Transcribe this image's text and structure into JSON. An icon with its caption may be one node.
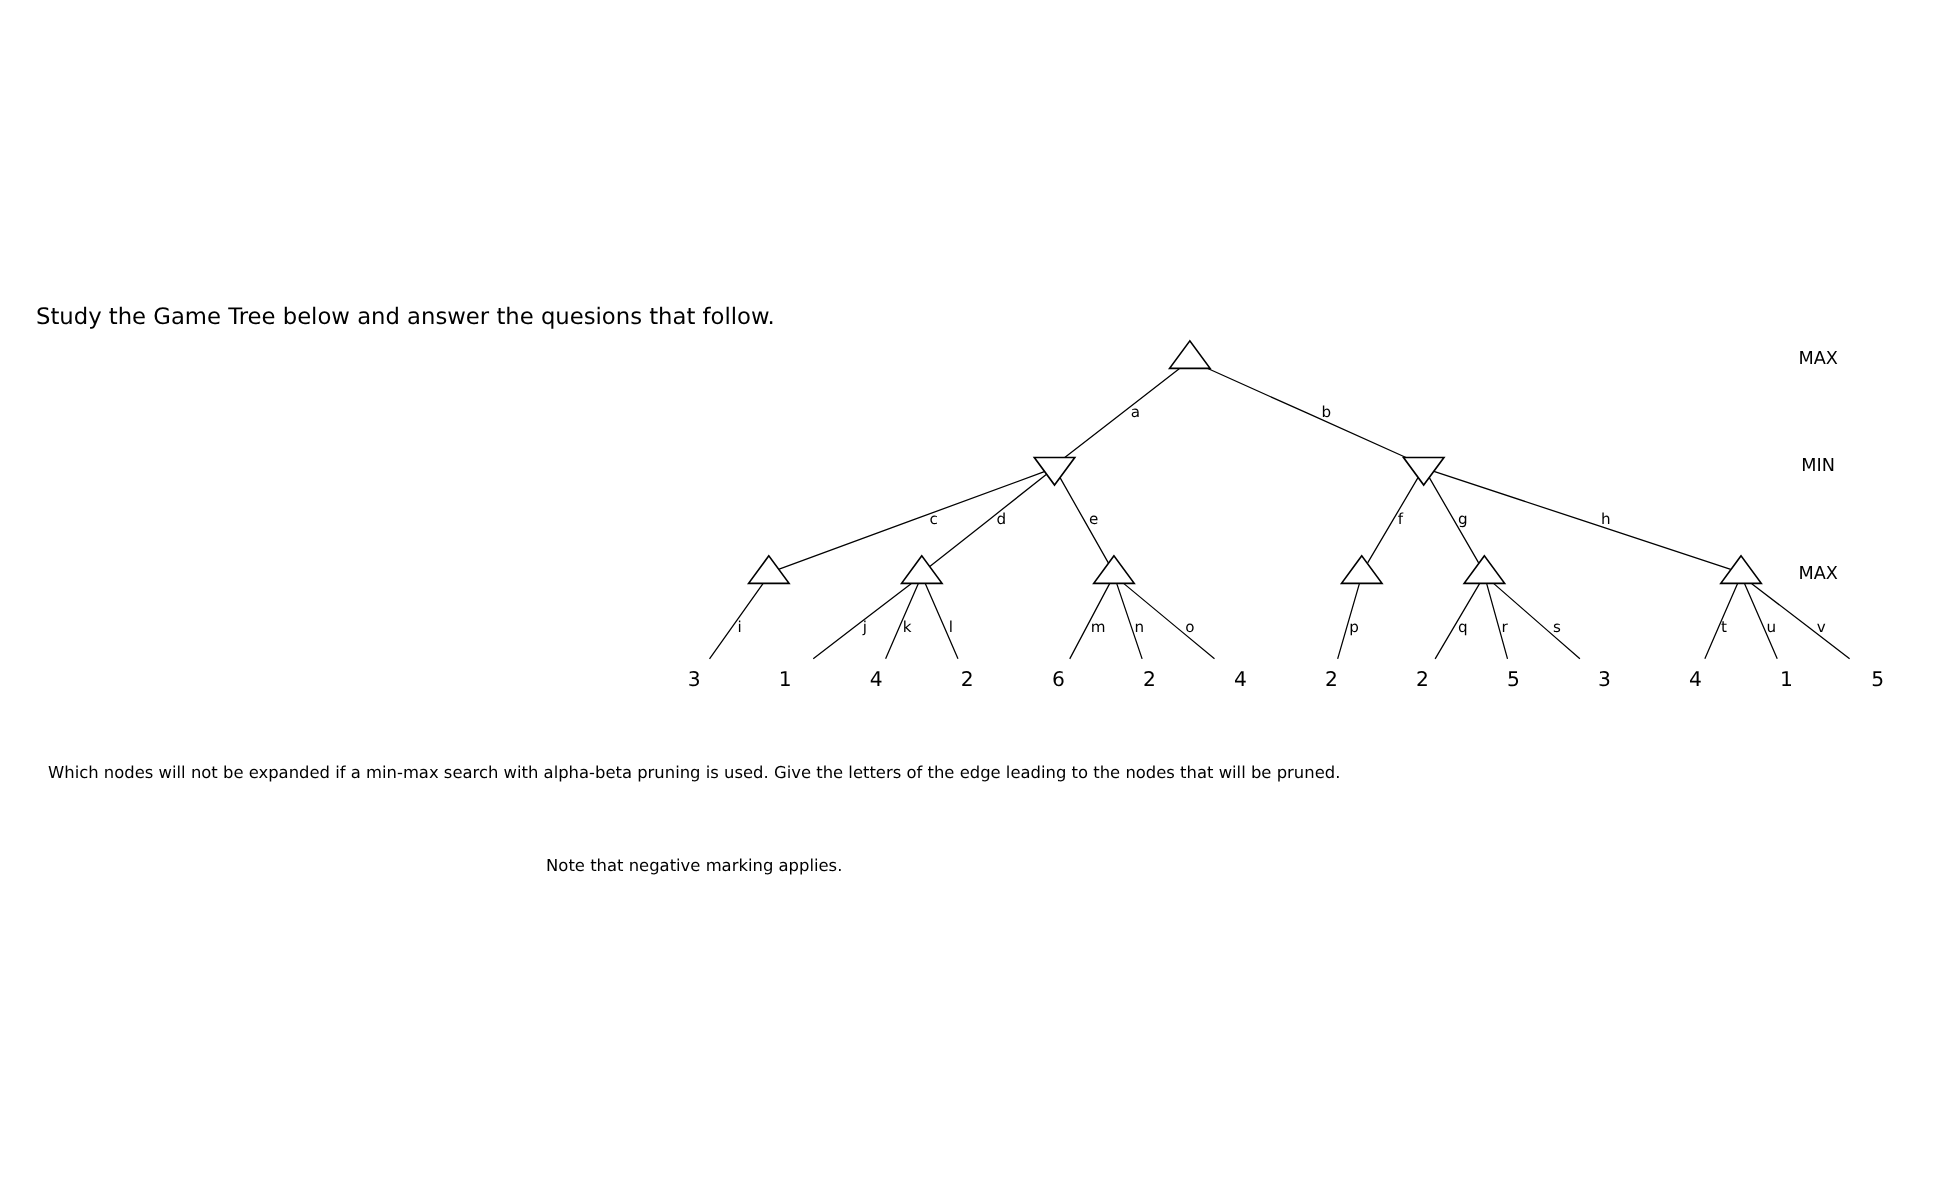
{
  "diagram": {
    "title": "Study the Game Tree below and answer the quesions that follow.",
    "nodes": [
      {
        "text": [],
        "shape": "triangle"
      },
      {
        "text": [],
        "shape": "invtriangle"
      },
      {
        "text": [],
        "shape": "invtriangle"
      },
      {
        "text": [],
        "shape": "triangle"
      },
      {
        "text": [],
        "shape": "triangle"
      },
      {
        "text": [],
        "shape": "triangle"
      },
      {
        "text": [],
        "shape": "triangle"
      },
      {
        "text": [],
        "shape": "triangle"
      },
      {
        "text": [],
        "shape": "triangle"
      },
      {
        "text": [
          "3"
        ]
      },
      {
        "text": [
          "1"
        ]
      },
      {
        "text": [
          "4"
        ]
      },
      {
        "text": [
          "2"
        ]
      },
      {
        "text": [
          "6"
        ]
      },
      {
        "text": [
          "2"
        ]
      },
      {
        "text": [
          "4"
        ]
      },
      {
        "text": [
          "2"
        ]
      },
      {
        "text": [
          "2"
        ]
      },
      {
        "text": [
          "5"
        ]
      },
      {
        "text": [
          "3"
        ]
      },
      {
        "text": [
          "4"
        ]
      },
      {
        "text": [
          "1"
        ]
      },
      {
        "text": [
          "5"
        ]
      }
    ],
    "edges": [
      {
        "from": 0,
        "to": 1,
        "arrow": "none",
        "label": "a"
      },
      {
        "from": 0,
        "to": 2,
        "arrow": "none",
        "label": "b"
      },
      {
        "from": 1,
        "to": 3,
        "arrow": "none",
        "label": "c"
      },
      {
        "from": 1,
        "to": 4,
        "arrow": "none",
        "label": "d"
      },
      {
        "from": 1,
        "to": 5,
        "arrow": "none",
        "label": "e"
      },
      {
        "from": 2,
        "to": 6,
        "arrow": "none",
        "label": "f"
      },
      {
        "from": 2,
        "to": 7,
        "arrow": "none",
        "label": "g"
      },
      {
        "from": 2,
        "to": 8,
        "arrow": "none",
        "label": "h"
      },
      {
        "from": 3,
        "to": 9,
        "arrow": "none",
        "label": "i"
      },
      {
        "from": 4,
        "to": 10,
        "arrow": "none",
        "label": "j"
      },
      {
        "from": 4,
        "to": 11,
        "arrow": "none",
        "label": "k"
      },
      {
        "from": 4,
        "to": 12,
        "arrow": "none",
        "label": "l"
      },
      {
        "from": 5,
        "to": 13,
        "arrow": "none",
        "label": "m"
      },
      {
        "from": 5,
        "to": 14,
        "arrow": "none",
        "label": "n"
      },
      {
        "from": 5,
        "to": 15,
        "arrow": "none",
        "label": "o"
      },
      {
        "from": 6,
        "to": 16,
        "arrow": "none",
        "label": "p"
      },
      {
        "from": 7,
        "to": 17,
        "arrow": "none",
        "label": "q"
      },
      {
        "from": 7,
        "to": 18,
        "arrow": "none",
        "label": "r"
      },
      {
        "from": 7,
        "to": 19,
        "arrow": "none",
        "label": "s"
      },
      {
        "from": 8,
        "to": 20,
        "arrow": "none",
        "label": "t"
      },
      {
        "from": 8,
        "to": 21,
        "arrow": "none",
        "label": "u"
      },
      {
        "from": 8,
        "to": 22,
        "arrow": "none",
        "label": "v"
      }
    ],
    "labels": [
      "MAX",
      "MIN",
      "MAX",
      "Which nodes will not be expanded if a min-max search with alpha-beta pruning is used. Give the letters of the edge leading to the nodes that will be pruned.",
      "Note that negative marking applies."
    ]
  }
}
